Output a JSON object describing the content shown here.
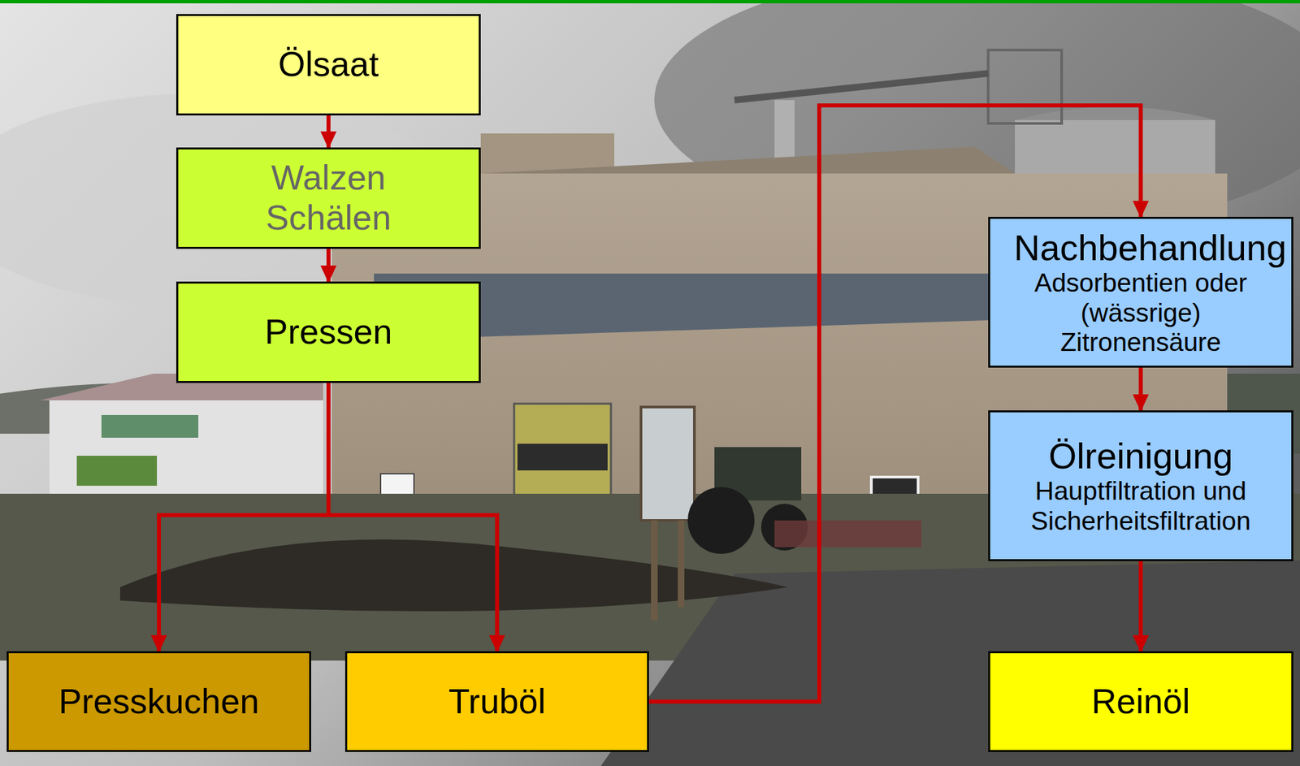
{
  "diagram": {
    "nodes": [
      {
        "text": [
          "Ölsaat"
        ]
      },
      {
        "text": [
          "Walzen Schälen"
        ]
      },
      {
        "text": [
          "Pressen"
        ]
      },
      {
        "text": [
          "Presskuchen"
        ]
      },
      {
        "text": [
          "Truböl"
        ]
      },
      {
        "text": [
          "Nachbehandlung",
          "Adsorbentien oder (wässrige) Zitronensäure"
        ]
      },
      {
        "text": [
          "Ölreinigung",
          "Hauptfiltration und Sicherheitsfiltration"
        ]
      },
      {
        "text": [
          "Reinöl"
        ]
      }
    ],
    "edges": [
      {
        "from": 0,
        "to": 1,
        "arrow": "to"
      },
      {
        "from": 1,
        "to": 2,
        "arrow": "to"
      },
      {
        "from": 2,
        "to": 3,
        "arrow": "to"
      },
      {
        "from": 2,
        "to": 4,
        "arrow": "to"
      },
      {
        "from": 4,
        "to": 5,
        "arrow": "to"
      },
      {
        "from": 5,
        "to": 6,
        "arrow": "to"
      },
      {
        "from": 6,
        "to": 7,
        "arrow": "to"
      }
    ]
  }
}
